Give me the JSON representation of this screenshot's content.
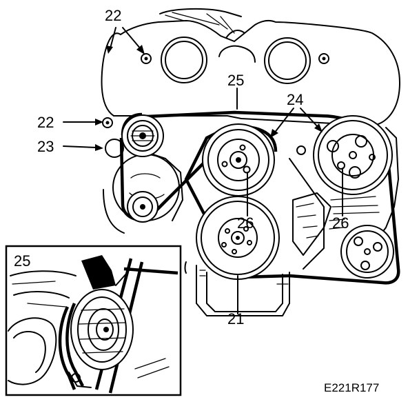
{
  "callouts": {
    "top_22": "22",
    "left_22": "22",
    "left_23": "23",
    "belt_25": "25",
    "pulley_24": "24",
    "bolt_26_left": "26",
    "bolt_26_right": "26",
    "crank_21": "21",
    "inset_25": "25"
  },
  "figure_code": "E221R177"
}
